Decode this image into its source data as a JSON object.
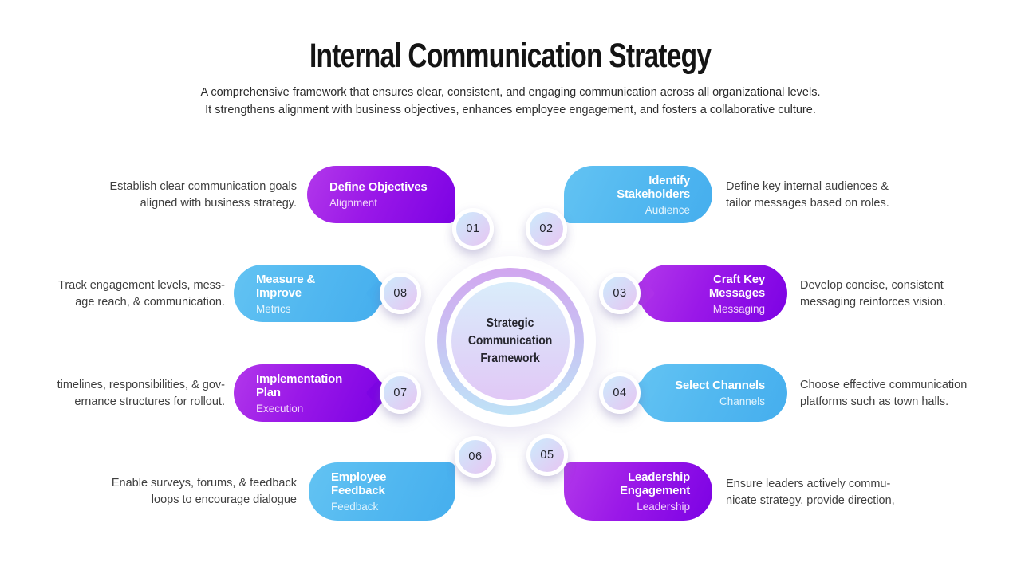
{
  "header": {
    "title": "Internal Communication Strategy",
    "subtitle_line1": "A comprehensive framework that ensures clear, consistent, and engaging communication across all organizational levels.",
    "subtitle_line2": "It strengthens alignment with business objectives, enhances employee engagement, and fosters a collaborative culture."
  },
  "center": {
    "label": "Strategic\nCommunication\nFramework"
  },
  "colors": {
    "purple_gradient_start": "#b238ea",
    "purple_gradient_end": "#7c02e4",
    "blue_gradient_start": "#63c3f3",
    "blue_gradient_end": "#45aeee",
    "badge_gradient_start": "#cfe7fb",
    "badge_gradient_end": "#e4c9f3",
    "hub_ring_top": "#d1a6ef",
    "hub_ring_bottom": "#bfe2f7",
    "hub_inner_top": "#d9edfb",
    "hub_inner_bottom": "#e1c8f6",
    "body_text": "#3f3f3f",
    "title_text": "#141414"
  },
  "steps": [
    {
      "num": "01",
      "title": "Define Objectives",
      "subtitle": "Alignment",
      "color": "purple",
      "desc": "Establish clear communication goals\naligned with business strategy."
    },
    {
      "num": "02",
      "title": "Identify Stakeholders",
      "subtitle": "Audience",
      "color": "blue",
      "desc": "Define key internal audiences &\ntailor messages based on roles."
    },
    {
      "num": "03",
      "title": "Craft Key Messages",
      "subtitle": "Messaging",
      "color": "purple",
      "desc": "Develop concise, consistent\nmessaging reinforces vision."
    },
    {
      "num": "04",
      "title": "Select Channels",
      "subtitle": "Channels",
      "color": "blue",
      "desc": "Choose effective communication\nplatforms such as town halls."
    },
    {
      "num": "05",
      "title": "Leadership Engagement",
      "subtitle": "Leadership",
      "color": "purple",
      "desc": "Ensure leaders actively commu-\nnicate strategy, provide direction,"
    },
    {
      "num": "06",
      "title": "Employee Feedback",
      "subtitle": "Feedback",
      "color": "blue",
      "desc": "Enable surveys, forums, & feedback\nloops to encourage dialogue"
    },
    {
      "num": "07",
      "title": "Implementation Plan",
      "subtitle": "Execution",
      "color": "purple",
      "desc": "timelines, responsibilities, & gov-\nernance structures for rollout."
    },
    {
      "num": "08",
      "title": "Measure & Improve",
      "subtitle": "Metrics",
      "color": "blue",
      "desc": "Track engagement levels, mess-\nage reach, & communication."
    }
  ]
}
